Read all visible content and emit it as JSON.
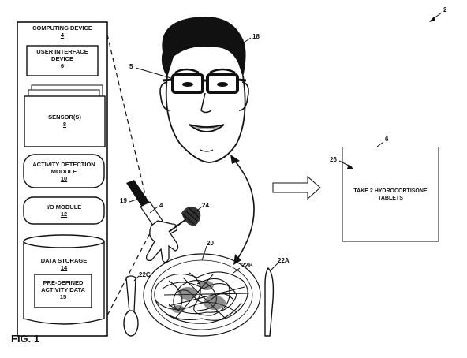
{
  "figure": {
    "label": "FIG. 1",
    "ref": "2"
  },
  "computing_device": {
    "title": "COMPUTING DEVICE",
    "ref": "4",
    "modules": [
      {
        "name": "USER INTERFACE DEVICE",
        "line1": "USER INTERFACE",
        "line2": "DEVICE",
        "ref": "6"
      },
      {
        "name": "SENSOR(S)",
        "line1": "SENSOR(S)",
        "ref": "8"
      },
      {
        "name": "ACTIVITY DETECTION MODULE",
        "line1": "ACTIVITY DETECTION",
        "line2": "MODULE",
        "ref": "10"
      },
      {
        "name": "I/O MODULE",
        "line1": "I/O MODULE",
        "ref": "12"
      },
      {
        "name": "DATA STORAGE",
        "line1": "DATA STORAGE",
        "ref": "14"
      },
      {
        "name": "PRE-DEFINED ACTIVITY DATA",
        "line1": "PRE-DEFINED",
        "line2": "ACTIVITY DATA",
        "ref": "15"
      }
    ]
  },
  "scene": {
    "refs": {
      "face": "18",
      "glasses": "5",
      "wrist_device": "19",
      "wrist_device_pointer": "4",
      "fork": "24",
      "plate": "20",
      "plate_rim": "22B",
      "spoon": "22C",
      "knife": "22A"
    }
  },
  "display": {
    "ref": "6",
    "arrow_ref": "26",
    "message_line1": "TAKE 2 HYDROCORTISONE",
    "message_line2": "TABLETS"
  }
}
